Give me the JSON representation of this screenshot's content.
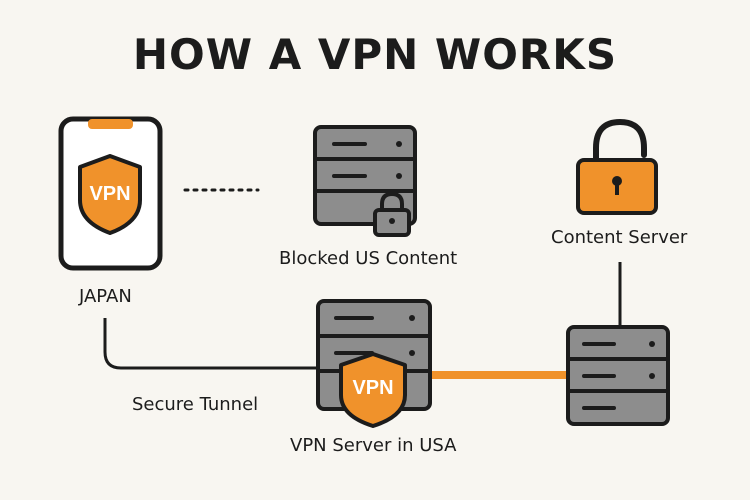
{
  "title": "HOW A VPN WORKS",
  "labels": {
    "phone_location": "JAPAN",
    "blocked_content": "Blocked US Content",
    "content_server": "Content Server",
    "tunnel": "Secure Tunnel",
    "vpn_server": "VPN Server in USA"
  },
  "badges": {
    "phone": "VPN",
    "server": "VPN"
  },
  "colors": {
    "accent": "#f0922b",
    "dark": "#1c1c1c",
    "server_fill": "#8d8d8d",
    "background": "#f8f6f1"
  },
  "icons": [
    "phone-icon",
    "shield-icon",
    "server-icon",
    "lock-icon",
    "padlock-icon"
  ]
}
